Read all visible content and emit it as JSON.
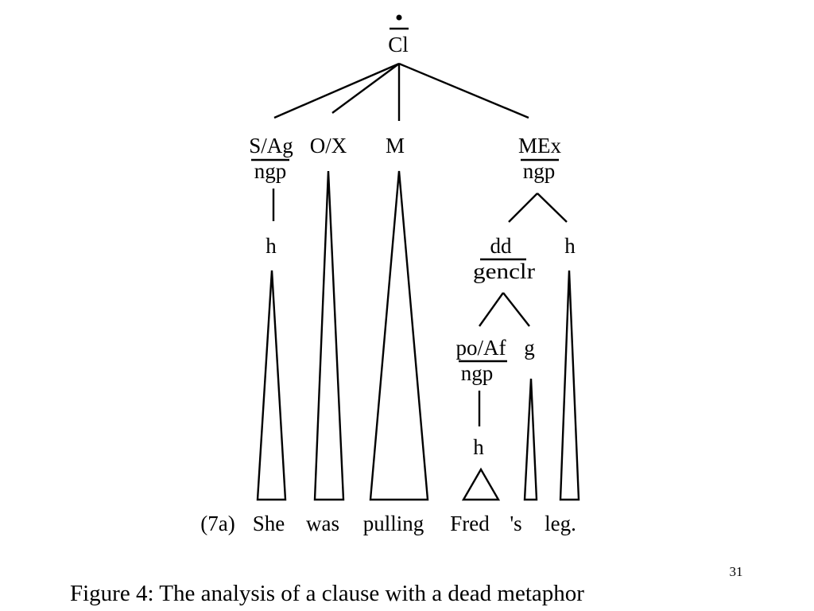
{
  "root": {
    "label": "Cl"
  },
  "nodes": {
    "s_ag": "S/Ag",
    "s_ag_class": "ngp",
    "o_x": "O/X",
    "m": "M",
    "mex": "MEx",
    "mex_class": "ngp",
    "h_she": "h",
    "dd": "dd",
    "dd_class": "genclr",
    "h_leg": "h",
    "po_af": "po/Af",
    "po_af_class": "ngp",
    "g": "g",
    "h_fred": "h"
  },
  "sentence": {
    "number": "(7a)",
    "words": [
      "She",
      "was",
      "pulling",
      "Fred",
      "'s",
      "leg."
    ]
  },
  "caption": "Figure 4: The analysis of a clause with a dead metaphor",
  "page_number": "31"
}
